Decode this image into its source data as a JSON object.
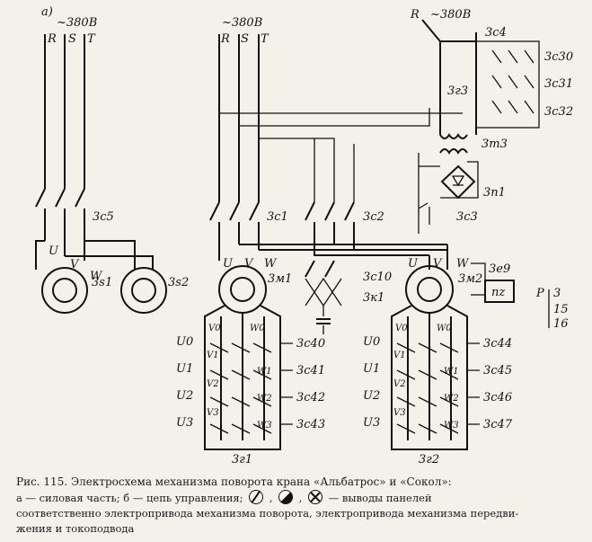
{
  "diagram": {
    "panel_a": "а)",
    "supply_a": "~380В",
    "supply_b": "~380В",
    "supply_c": "~380В",
    "phase_r": "R",
    "phase_s": "S",
    "phase_t": "T",
    "phase_w": "W",
    "phase_u": "U",
    "phase_v": "V",
    "u0": "U0",
    "u1": "U1",
    "u2": "U2",
    "u3": "U3",
    "v0": "V0",
    "v1": "V1",
    "v2": "V2",
    "v3": "V3",
    "w0": "W0",
    "w1": "W1",
    "w2": "W2",
    "w3": "W3",
    "labels": {
      "c5": "3с5",
      "s1": "3s1",
      "s2": "3s2",
      "c1": "3с1",
      "c2": "3с2",
      "m1": "3м1",
      "c10": "3с10",
      "k1": "3к1",
      "c4": "3с4",
      "g3": "3г3",
      "c30": "3с30",
      "c31": "3с31",
      "c32": "3с32",
      "t3": "3т3",
      "p1": "3п1",
      "c3": "3с3",
      "m2": "3м2",
      "e9": "3е9",
      "pz": "пz",
      "c40": "3с40",
      "c41": "3с41",
      "c42": "3с42",
      "c43": "3с43",
      "c44": "3с44",
      "c45": "3с45",
      "c46": "3с46",
      "c47": "3с47",
      "r1": "3г1",
      "r2": "3г2",
      "p": "P",
      "p3": "3",
      "p15": "15",
      "p16": "16"
    }
  },
  "caption": {
    "line1": "Рис. 115. Электросхема механизма поворота крана «Альбатрос» и «Сокол»:",
    "line2a": "а — силовая часть; б — цепь управления;",
    "line2b": "— выводы панелей",
    "line3": "соответственно электропривода механизма поворота, электропривода механизма передви-",
    "line4": "жения и токоподвода"
  }
}
